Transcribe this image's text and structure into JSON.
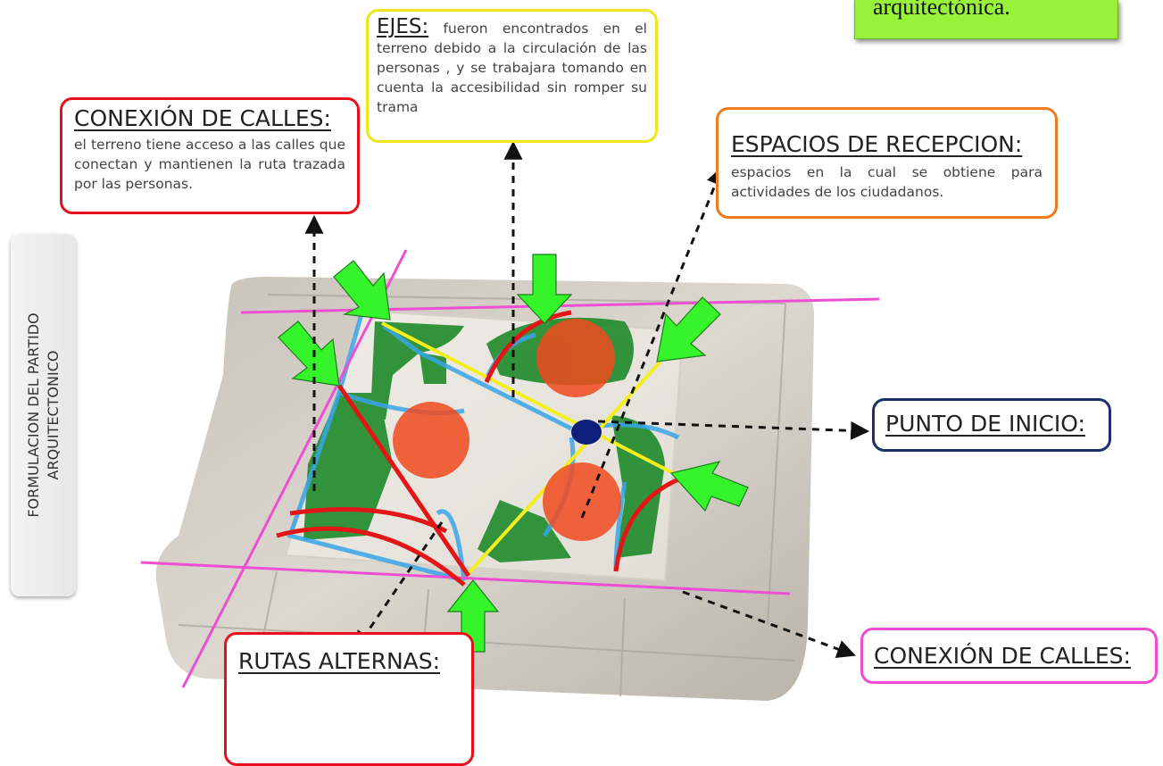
{
  "note_green": {
    "text": "arquitectónica."
  },
  "side_tab": {
    "line1": "FORMULACION DEL PARTIDO",
    "line2": "ARQUITECTONICO"
  },
  "labels": {
    "ejes": {
      "title": "EJES:",
      "body": "fueron encontrados en el terreno debido a la circulación de las personas , y se trabajara tomando en cuenta la accesibilidad sin romper su trama",
      "border_color": "#f0e51a"
    },
    "conexion_calles_top": {
      "title": "CONEXIÓN DE CALLES:",
      "body": "el terreno tiene acceso a las calles que conectan y mantienen la ruta trazada por las personas.",
      "border_color": "#e8101a"
    },
    "espacios_recepcion": {
      "title": "ESPACIOS DE RECEPCION:",
      "body": "espacios en la cual se obtiene para actividades de los ciudadanos.",
      "border_color": "#f07a1c"
    },
    "punto_inicio": {
      "title": "PUNTO DE INICIO:",
      "border_color": "#1d2f6b"
    },
    "conexion_calles_bottom": {
      "title": "CONEXIÓN DE CALLES:",
      "border_color": "#f04ad0"
    },
    "rutas_alternas": {
      "title": "RUTAS ALTERNAS:",
      "border_color": "#e8101a"
    }
  },
  "colors": {
    "street_line": "#ee4fd2",
    "axis_line": "#f4ee1e",
    "route_line": "#e21616",
    "circulation": "#3aa5e8",
    "green_area": "#1f8a2a",
    "reception_circle": "#f04a1e",
    "arrow_green": "#35f52a",
    "start_point": "#0d1f7a"
  }
}
